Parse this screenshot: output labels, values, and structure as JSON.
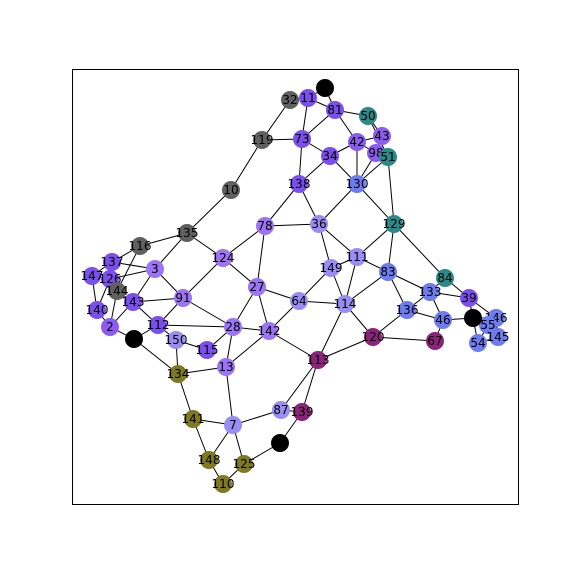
{
  "palette": {
    "gray": "#606060",
    "black": "#000000",
    "violet": "#7b4fee",
    "medium_violet": "#8c5cf0",
    "light_violet": "#9c74f4",
    "periwinkle": "#9a8cf2",
    "blue": "#6e7cf0",
    "teal": "#2a8a87",
    "plum": "#8a2478",
    "olive": "#7f7a22"
  },
  "nodes": [
    {
      "id": "n0",
      "label": "",
      "color": "black"
    },
    {
      "id": "n32",
      "label": "32",
      "color": "gray"
    },
    {
      "id": "n11",
      "label": "11",
      "color": "violet"
    },
    {
      "id": "n81",
      "label": "81",
      "color": "violet"
    },
    {
      "id": "n50",
      "label": "50",
      "color": "teal"
    },
    {
      "id": "n119",
      "label": "119",
      "color": "gray"
    },
    {
      "id": "n73",
      "label": "73",
      "color": "violet"
    },
    {
      "id": "n43",
      "label": "43",
      "color": "medium_violet"
    },
    {
      "id": "n42",
      "label": "42",
      "color": "medium_violet"
    },
    {
      "id": "n98",
      "label": "98",
      "color": "medium_violet"
    },
    {
      "id": "n51",
      "label": "51",
      "color": "teal"
    },
    {
      "id": "n34",
      "label": "34",
      "color": "violet"
    },
    {
      "id": "n130",
      "label": "130",
      "color": "blue"
    },
    {
      "id": "n138",
      "label": "138",
      "color": "violet"
    },
    {
      "id": "n10",
      "label": "10",
      "color": "gray"
    },
    {
      "id": "n78",
      "label": "78",
      "color": "light_violet"
    },
    {
      "id": "n36",
      "label": "36",
      "color": "periwinkle"
    },
    {
      "id": "n129",
      "label": "129",
      "color": "teal"
    },
    {
      "id": "n135",
      "label": "135",
      "color": "gray"
    },
    {
      "id": "n116",
      "label": "116",
      "color": "gray"
    },
    {
      "id": "n137",
      "label": "137",
      "color": "violet"
    },
    {
      "id": "n124",
      "label": "124",
      "color": "light_violet"
    },
    {
      "id": "n111",
      "label": "111",
      "color": "periwinkle"
    },
    {
      "id": "n3",
      "label": "3",
      "color": "light_violet"
    },
    {
      "id": "n149",
      "label": "149",
      "color": "periwinkle"
    },
    {
      "id": "n83",
      "label": "83",
      "color": "blue"
    },
    {
      "id": "n147",
      "label": "147",
      "color": "violet"
    },
    {
      "id": "n126",
      "label": "126",
      "color": "violet"
    },
    {
      "id": "n144",
      "label": "144",
      "color": "gray"
    },
    {
      "id": "n84",
      "label": "84",
      "color": "teal"
    },
    {
      "id": "n27",
      "label": "27",
      "color": "light_violet"
    },
    {
      "id": "n133",
      "label": "133",
      "color": "blue"
    },
    {
      "id": "n39",
      "label": "39",
      "color": "violet"
    },
    {
      "id": "n143",
      "label": "143",
      "color": "violet"
    },
    {
      "id": "n91",
      "label": "91",
      "color": "light_violet"
    },
    {
      "id": "n64",
      "label": "64",
      "color": "periwinkle"
    },
    {
      "id": "n114",
      "label": "114",
      "color": "periwinkle"
    },
    {
      "id": "n136",
      "label": "136",
      "color": "blue"
    },
    {
      "id": "n140",
      "label": "140",
      "color": "violet"
    },
    {
      "id": "n146",
      "label": "146",
      "color": "blue"
    },
    {
      "id": "n46",
      "label": "46",
      "color": "blue"
    },
    {
      "id": "n55",
      "label": "55",
      "color": "blue"
    },
    {
      "id": "n112",
      "label": "112",
      "color": "violet"
    },
    {
      "id": "n28",
      "label": "28",
      "color": "light_violet"
    },
    {
      "id": "n142",
      "label": "142",
      "color": "light_violet"
    },
    {
      "id": "n2",
      "label": "2",
      "color": "medium_violet"
    },
    {
      "id": "n145",
      "label": "145",
      "color": "blue"
    },
    {
      "id": "n120",
      "label": "120",
      "color": "plum"
    },
    {
      "id": "n67",
      "label": "67",
      "color": "plum"
    },
    {
      "id": "n54",
      "label": "54",
      "color": "blue"
    },
    {
      "id": "n150",
      "label": "150",
      "color": "periwinkle"
    },
    {
      "id": "n115",
      "label": "115",
      "color": "violet"
    },
    {
      "id": "n113",
      "label": "113",
      "color": "plum"
    },
    {
      "id": "n134",
      "label": "134",
      "color": "olive"
    },
    {
      "id": "n13",
      "label": "13",
      "color": "light_violet"
    },
    {
      "id": "n87",
      "label": "87",
      "color": "periwinkle"
    },
    {
      "id": "n139",
      "label": "139",
      "color": "plum"
    },
    {
      "id": "n141",
      "label": "141",
      "color": "olive"
    },
    {
      "id": "n7",
      "label": "7",
      "color": "periwinkle"
    },
    {
      "id": "n148",
      "label": "148",
      "color": "olive"
    },
    {
      "id": "n125",
      "label": "125",
      "color": "olive"
    },
    {
      "id": "n110",
      "label": "110",
      "color": "olive"
    },
    {
      "id": "b1",
      "label": "",
      "color": "black"
    },
    {
      "id": "b2",
      "label": "",
      "color": "black"
    },
    {
      "id": "b3",
      "label": "",
      "color": "black"
    }
  ],
  "edges": [
    [
      "n0",
      "n11"
    ],
    [
      "n0",
      "n81"
    ],
    [
      "n32",
      "n11"
    ],
    [
      "n32",
      "n119"
    ],
    [
      "n11",
      "n81"
    ],
    [
      "n11",
      "n73"
    ],
    [
      "n81",
      "n50"
    ],
    [
      "n81",
      "n42"
    ],
    [
      "n81",
      "n73"
    ],
    [
      "n50",
      "n43"
    ],
    [
      "n50",
      "n51"
    ],
    [
      "n119",
      "n10"
    ],
    [
      "n119",
      "n73"
    ],
    [
      "n73",
      "n34"
    ],
    [
      "n73",
      "n138"
    ],
    [
      "n43",
      "n42"
    ],
    [
      "n43",
      "n98"
    ],
    [
      "n42",
      "n98"
    ],
    [
      "n42",
      "n34"
    ],
    [
      "n42",
      "n130"
    ],
    [
      "n98",
      "n51"
    ],
    [
      "n98",
      "n130"
    ],
    [
      "n51",
      "n130"
    ],
    [
      "n51",
      "n129"
    ],
    [
      "n34",
      "n130"
    ],
    [
      "n34",
      "n138"
    ],
    [
      "n130",
      "n36"
    ],
    [
      "n130",
      "n129"
    ],
    [
      "n138",
      "n78"
    ],
    [
      "n138",
      "n36"
    ],
    [
      "n10",
      "n135"
    ],
    [
      "n78",
      "n36"
    ],
    [
      "n78",
      "n124"
    ],
    [
      "n78",
      "n27"
    ],
    [
      "n36",
      "n149"
    ],
    [
      "n36",
      "n111"
    ],
    [
      "n129",
      "n111"
    ],
    [
      "n129",
      "n83"
    ],
    [
      "n129",
      "n84"
    ],
    [
      "n135",
      "n116"
    ],
    [
      "n135",
      "n124"
    ],
    [
      "n135",
      "n3"
    ],
    [
      "n116",
      "n137"
    ],
    [
      "n116",
      "n144"
    ],
    [
      "n137",
      "n147"
    ],
    [
      "n137",
      "n126"
    ],
    [
      "n137",
      "n3"
    ],
    [
      "n147",
      "n126"
    ],
    [
      "n147",
      "n140"
    ],
    [
      "n126",
      "n144"
    ],
    [
      "n126",
      "n3"
    ],
    [
      "n144",
      "n143"
    ],
    [
      "n144",
      "n2"
    ],
    [
      "n140",
      "n2"
    ],
    [
      "n140",
      "n126"
    ],
    [
      "n3",
      "n143"
    ],
    [
      "n3",
      "n91"
    ],
    [
      "n124",
      "n91"
    ],
    [
      "n124",
      "n27"
    ],
    [
      "n111",
      "n149"
    ],
    [
      "n111",
      "n83"
    ],
    [
      "n111",
      "n114"
    ],
    [
      "n149",
      "n64"
    ],
    [
      "n149",
      "n114"
    ],
    [
      "n83",
      "n114"
    ],
    [
      "n83",
      "n136"
    ],
    [
      "n83",
      "n133"
    ],
    [
      "n84",
      "n133"
    ],
    [
      "n84",
      "n39"
    ],
    [
      "n133",
      "n39"
    ],
    [
      "n133",
      "n136"
    ],
    [
      "n133",
      "n46"
    ],
    [
      "n39",
      "b3"
    ],
    [
      "n39",
      "n146"
    ],
    [
      "n136",
      "n120"
    ],
    [
      "n136",
      "n46"
    ],
    [
      "n46",
      "b3"
    ],
    [
      "n46",
      "n67"
    ],
    [
      "b3",
      "n146"
    ],
    [
      "b3",
      "n55"
    ],
    [
      "b3",
      "n54"
    ],
    [
      "b3",
      "n145"
    ],
    [
      "n146",
      "n55"
    ],
    [
      "n146",
      "n145"
    ],
    [
      "n55",
      "n145"
    ],
    [
      "n55",
      "n54"
    ],
    [
      "n54",
      "n145"
    ],
    [
      "n27",
      "n64"
    ],
    [
      "n27",
      "n142"
    ],
    [
      "n27",
      "n28"
    ],
    [
      "n64",
      "n114"
    ],
    [
      "n64",
      "n142"
    ],
    [
      "n91",
      "n112"
    ],
    [
      "n91",
      "n28"
    ],
    [
      "n91",
      "n143"
    ],
    [
      "n143",
      "n112"
    ],
    [
      "n143",
      "n2"
    ],
    [
      "n2",
      "b1"
    ],
    [
      "n112",
      "b1"
    ],
    [
      "n112",
      "n150"
    ],
    [
      "n112",
      "n28"
    ],
    [
      "n150",
      "n115"
    ],
    [
      "n150",
      "n134"
    ],
    [
      "n28",
      "n115"
    ],
    [
      "n28",
      "n142"
    ],
    [
      "n28",
      "n13"
    ],
    [
      "n142",
      "n113"
    ],
    [
      "n142",
      "n13"
    ],
    [
      "n114",
      "n113"
    ],
    [
      "n114",
      "n120"
    ],
    [
      "n120",
      "n113"
    ],
    [
      "n120",
      "n67"
    ],
    [
      "n113",
      "n87"
    ],
    [
      "n113",
      "n139"
    ],
    [
      "b1",
      "n134"
    ],
    [
      "n134",
      "n13"
    ],
    [
      "n134",
      "n141"
    ],
    [
      "n13",
      "n7"
    ],
    [
      "n87",
      "n7"
    ],
    [
      "n87",
      "n139"
    ],
    [
      "n139",
      "b2"
    ],
    [
      "n141",
      "n7"
    ],
    [
      "n141",
      "n148"
    ],
    [
      "n7",
      "n148"
    ],
    [
      "n7",
      "n125"
    ],
    [
      "n148",
      "n110"
    ],
    [
      "n125",
      "n110"
    ],
    [
      "n125",
      "b2"
    ]
  ]
}
